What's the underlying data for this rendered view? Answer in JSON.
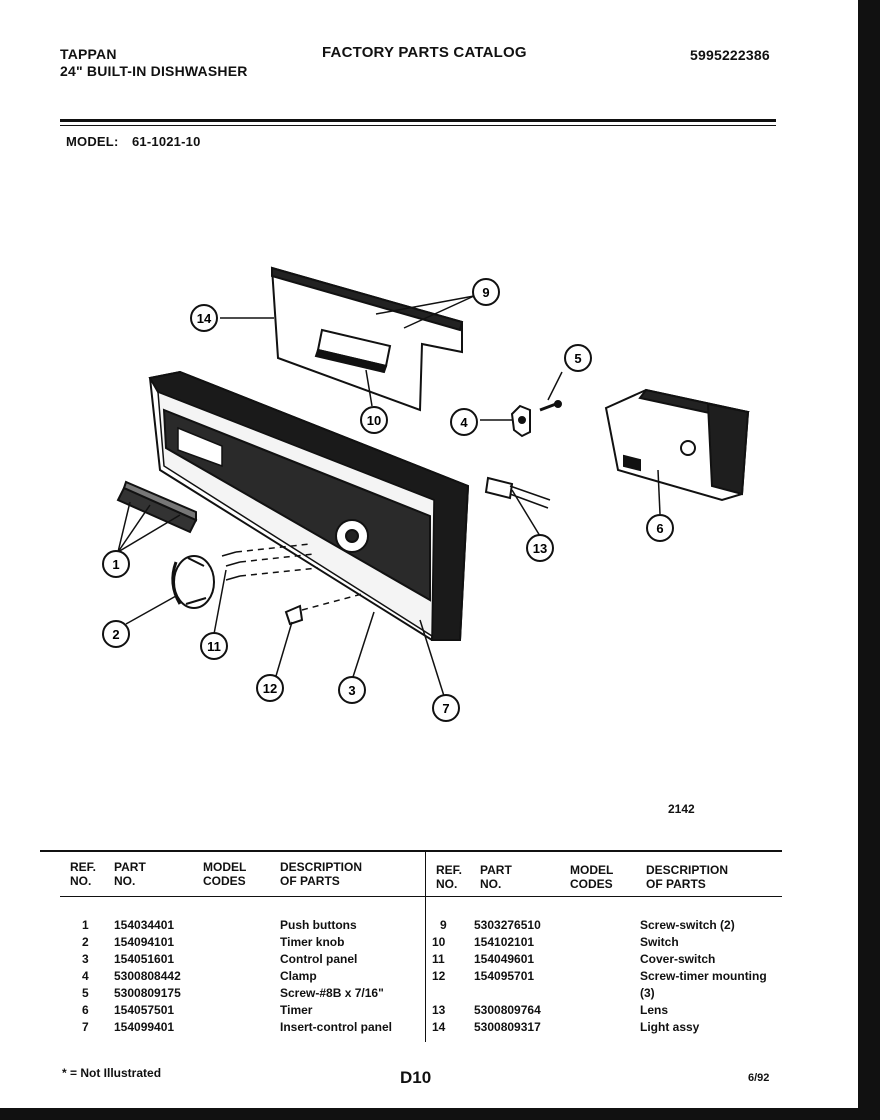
{
  "header": {
    "brand": "TAPPAN",
    "product": "24\" BUILT-IN DISHWASHER",
    "title": "FACTORY PARTS CATALOG",
    "catalog_no": "5995222386",
    "model_label": "MODEL:",
    "model_no": "61-1021-10"
  },
  "diagram": {
    "callouts": [
      "1",
      "2",
      "3",
      "4",
      "5",
      "6",
      "7",
      "9",
      "10",
      "11",
      "12",
      "13",
      "14"
    ],
    "figure_no": "2142"
  },
  "table": {
    "headers": {
      "ref_line1": "REF.",
      "ref_line2": "NO.",
      "part_line1": "PART",
      "part_line2": "NO.",
      "model_line1": "MODEL",
      "model_line2": "CODES",
      "desc_line1": "DESCRIPTION",
      "desc_line2": "OF PARTS"
    },
    "left_rows": [
      {
        "ref": "1",
        "part": "154034401",
        "desc": "Push buttons"
      },
      {
        "ref": "2",
        "part": "154094101",
        "desc": "Timer knob"
      },
      {
        "ref": "3",
        "part": "154051601",
        "desc": "Control panel"
      },
      {
        "ref": "4",
        "part": "5300808442",
        "desc": "Clamp"
      },
      {
        "ref": "5",
        "part": "5300809175",
        "desc": "Screw-#8B x 7/16\""
      },
      {
        "ref": "6",
        "part": "154057501",
        "desc": "Timer"
      },
      {
        "ref": "7",
        "part": "154099401",
        "desc": "Insert-control panel"
      }
    ],
    "right_rows": [
      {
        "ref": "9",
        "part": "5303276510",
        "desc": "Screw-switch (2)"
      },
      {
        "ref": "10",
        "part": "154102101",
        "desc": "Switch"
      },
      {
        "ref": "11",
        "part": "154049601",
        "desc": "Cover-switch"
      },
      {
        "ref": "12",
        "part": "154095701",
        "desc": "Screw-timer mounting"
      },
      {
        "ref": "",
        "part": "",
        "desc": "(3)"
      },
      {
        "ref": "13",
        "part": "5300809764",
        "desc": "Lens"
      },
      {
        "ref": "14",
        "part": "5300809317",
        "desc": "Light assy"
      }
    ]
  },
  "footer": {
    "note": "* = Not Illustrated",
    "page": "D10",
    "date": "6/92"
  }
}
